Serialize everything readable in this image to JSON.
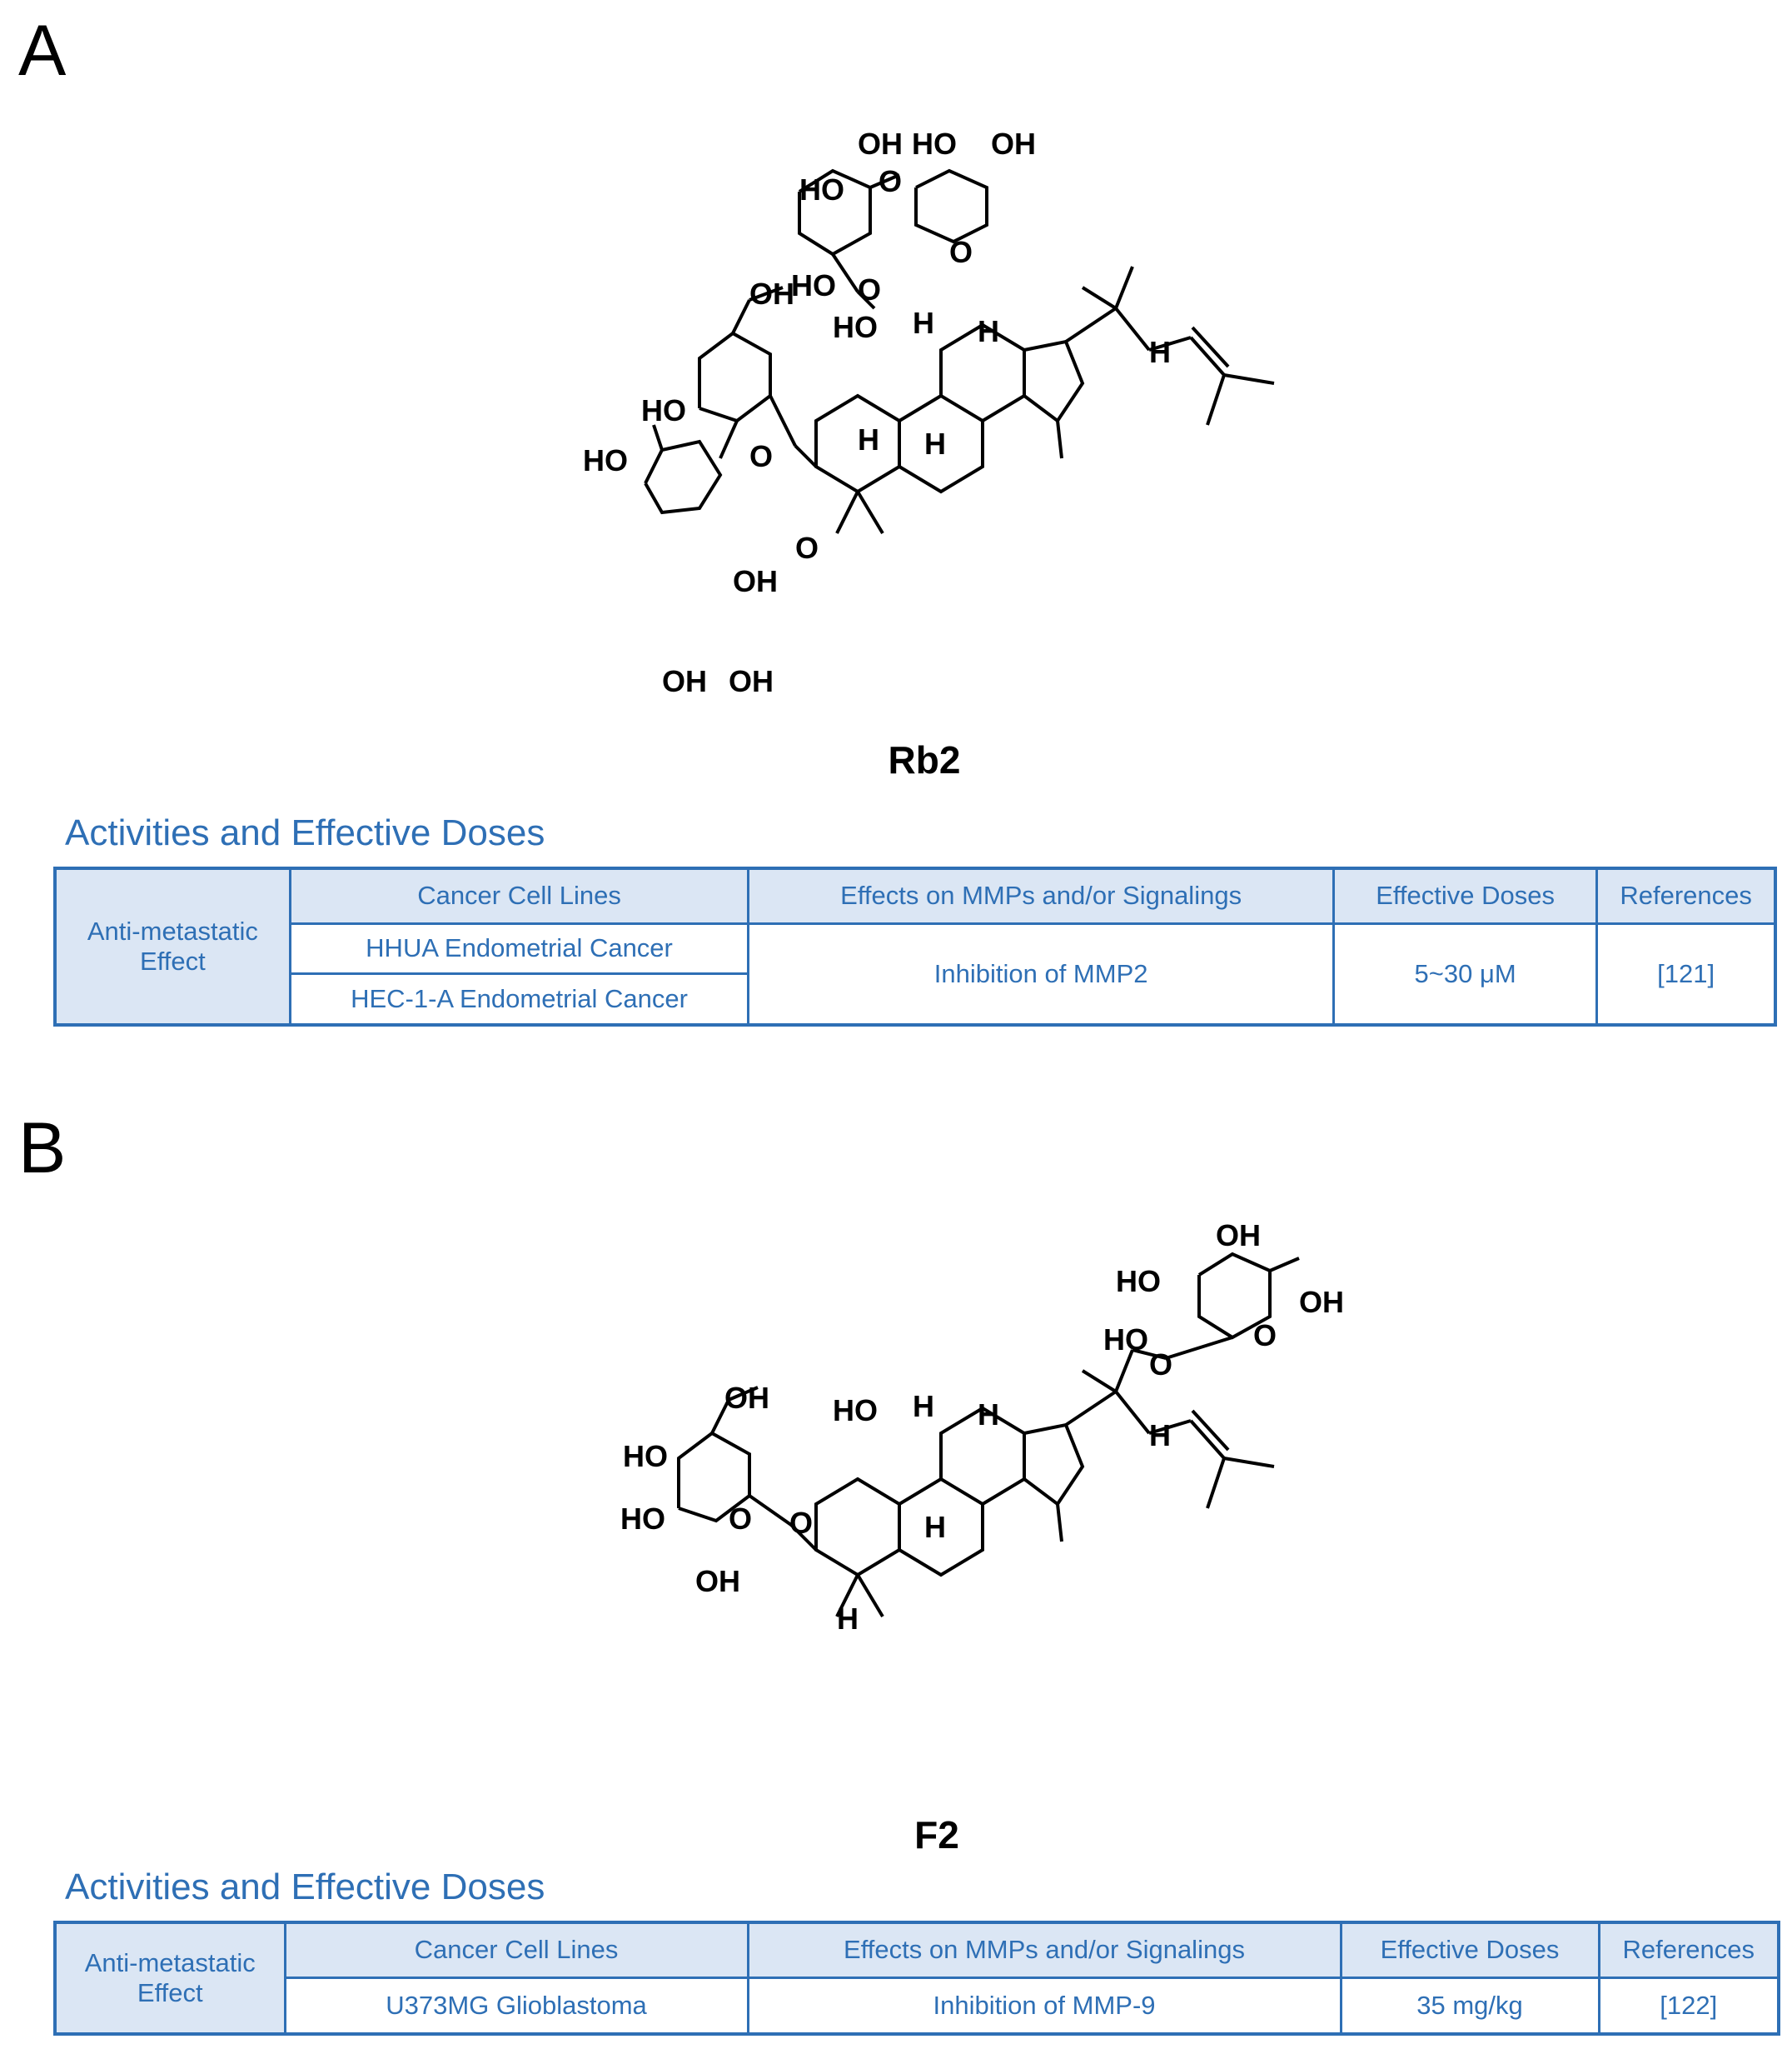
{
  "panels": [
    {
      "letter": "A",
      "compound": "Rb2",
      "section_title": "Activities and Effective Doses",
      "table": {
        "row_label": "Anti-metastatic Effect",
        "headers": [
          "Cancer Cell Lines",
          "Effects on MMPs and/or Signalings",
          "Effective Doses",
          "References"
        ],
        "cell_lines": [
          "HHUA Endometrial Cancer",
          "HEC-1-A Endometrial Cancer"
        ],
        "effect": "Inhibition of MMP2",
        "dose": "5~30 μM",
        "reference": "[121]"
      }
    },
    {
      "letter": "B",
      "compound": "F2",
      "section_title": "Activities and Effective Doses",
      "table": {
        "row_label": "Anti-metastatic Effect",
        "headers": [
          "Cancer Cell Lines",
          "Effects on MMPs and/or Signalings",
          "Effective Doses",
          "References"
        ],
        "cell_lines": [
          "U373MG Glioblastoma"
        ],
        "effect": "Inhibition of MMP-9",
        "dose": "35 mg/kg",
        "reference": "[122]"
      }
    }
  ],
  "atom_labels": {
    "oh": "OH",
    "ho": "HO",
    "h": "H",
    "o": "O"
  },
  "colors": {
    "accent": "#2e6fb5",
    "header_fill": "#dbe6f4",
    "structure": "#000000"
  }
}
